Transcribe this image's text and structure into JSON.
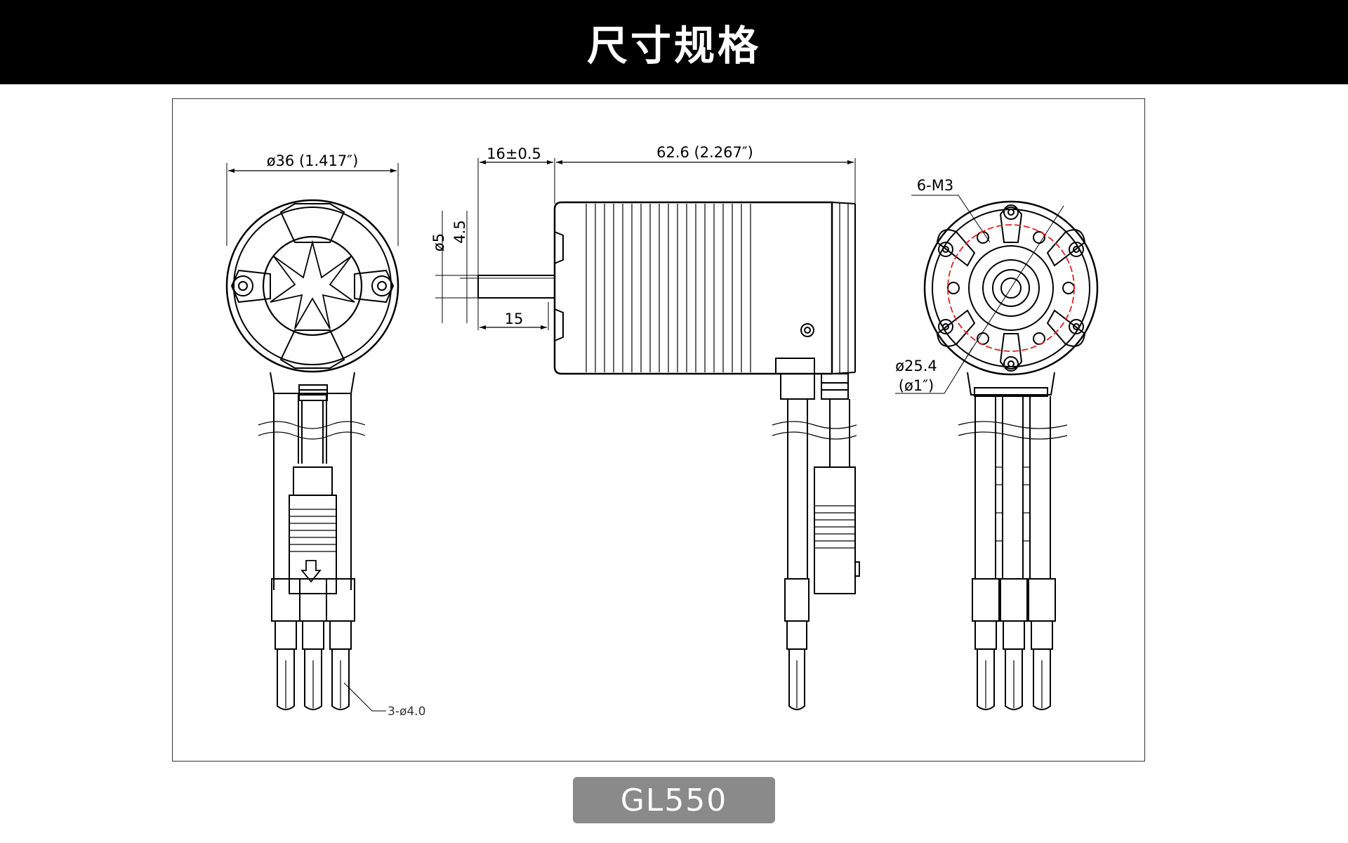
{
  "header": {
    "title": "尺寸规格"
  },
  "model": {
    "name": "GL550"
  },
  "dimensions": {
    "diameter": "ø36 (1.417″)",
    "shaft_extension": "16±0.5",
    "body_length": "62.6 (2.267″)",
    "shaft_diameter": "ø5",
    "shaft_flat": "4.5",
    "shaft_length": "15",
    "mount_holes": "6-M3",
    "bolt_circle": "ø25.4",
    "bolt_circle_in": "(ø1″)",
    "lead_connectors": "3-ø4.0"
  },
  "colors": {
    "header_bg": "#000000",
    "badge_bg": "#8a8a8a",
    "bolt_circle": "#e02020"
  }
}
